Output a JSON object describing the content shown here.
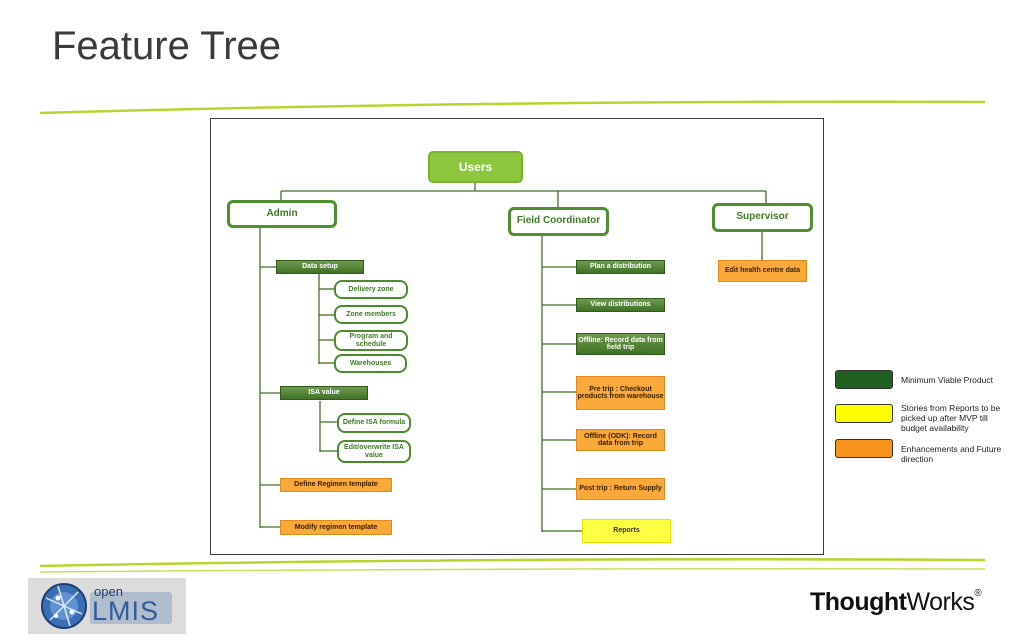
{
  "slide": {
    "title": "Feature Tree"
  },
  "tree": {
    "root": "Users",
    "admin": {
      "label": "Admin",
      "data_setup": {
        "label": "Data setup",
        "children": [
          "Delivery zone",
          "Zone members",
          "Program and schedule",
          "Warehouses"
        ]
      },
      "isa_value": {
        "label": "ISA value",
        "children": [
          "Define ISA formula",
          "Edit/overwrite ISA value"
        ]
      },
      "define_regimen": "Define Regimen template",
      "modify_regimen": "Modify regimen template"
    },
    "field_coordinator": {
      "label": "Field Coordinator",
      "items": [
        "Plan a distribution",
        "View distributions",
        "Offline: Record data from field trip",
        "Pre trip : Checkout products from warehouse",
        "Offline (ODK): Record data from trip",
        "Post trip : Return Supply",
        "Reports"
      ]
    },
    "supervisor": {
      "label": "Supervisor",
      "items": [
        "Edit health centre data"
      ]
    }
  },
  "legend": [
    {
      "label": "Minimum Viable Product",
      "color": "#1f5f1f"
    },
    {
      "label": "Stories from Reports to be picked up after MVP till budget availability",
      "color": "#ffff00"
    },
    {
      "label": "Enhancements and Future direction",
      "color": "#f7941d"
    }
  ],
  "logos": {
    "openlmis_top": "open",
    "openlmis_bottom": "LMIS",
    "thoughtworks_bold": "Thought",
    "thoughtworks_regular": "Works",
    "thoughtworks_mark": "®"
  }
}
